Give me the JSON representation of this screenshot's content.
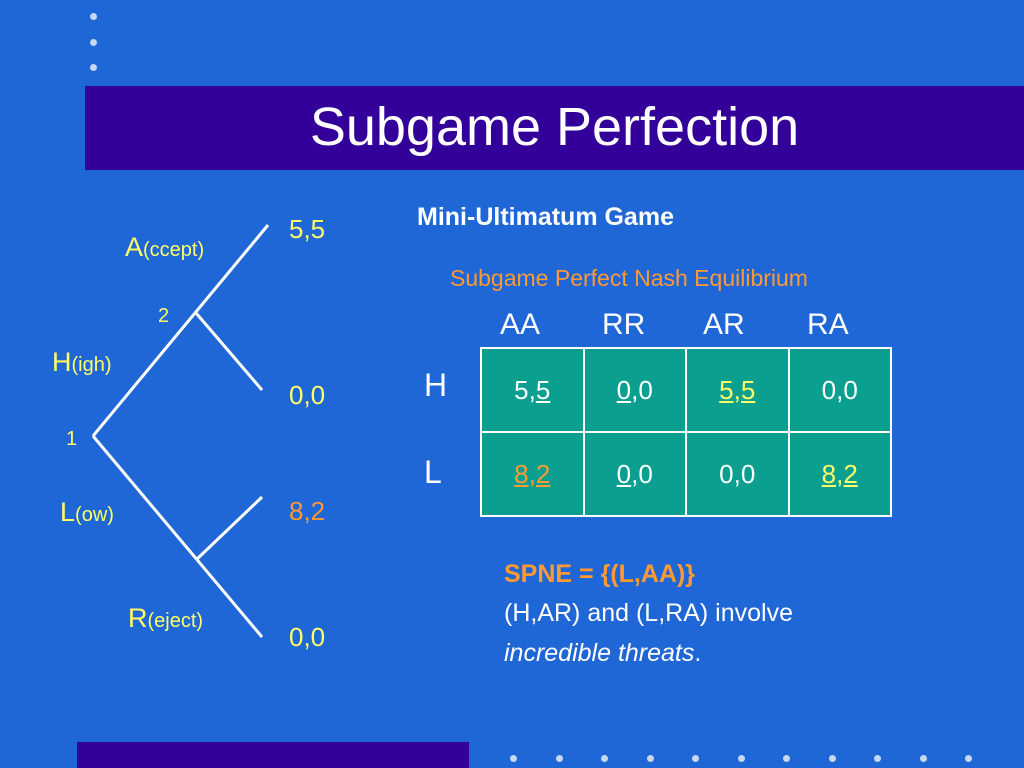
{
  "slide": {
    "title": "Subgame Perfection"
  },
  "tree": {
    "node1_label": "1",
    "node2_label": "2",
    "moves": {
      "high_letter": "H",
      "high_rest": "(igh)",
      "low_letter": "L",
      "low_rest": "(ow)",
      "accept_letter": "A",
      "accept_rest": "(ccept)",
      "reject_letter": "R",
      "reject_rest": "(eject)"
    },
    "payoffs": [
      "5,5",
      "0,0",
      "8,2",
      "0,0"
    ]
  },
  "game": {
    "name": "Mini-Ultimatum Game",
    "equilibrium_label": "Subgame Perfect Nash Equilibrium",
    "columns": [
      "AA",
      "RR",
      "AR",
      "RA"
    ],
    "rows": [
      "H",
      "L"
    ],
    "cells": {
      "h_aa_a": "5,",
      "h_aa_b": "5",
      "h_rr_a": "0",
      "h_rr_b": ",0",
      "h_ar": "5,5",
      "h_ra": "0,0",
      "l_aa": "8,2",
      "l_rr_a": "0",
      "l_rr_b": ",0",
      "l_ar": "0,0",
      "l_ra": "8,2"
    }
  },
  "conclusion": {
    "spne": "SPNE = {(L,AA)}",
    "involve": "(H,AR) and (L,RA) involve",
    "threats_italic": "incredible threats",
    "threats_end": "."
  },
  "colors": {
    "background": "#1f66d6",
    "bar": "#330099",
    "table": "#0a9f8f",
    "yellow": "#ffff66",
    "orange": "#ff9933"
  }
}
